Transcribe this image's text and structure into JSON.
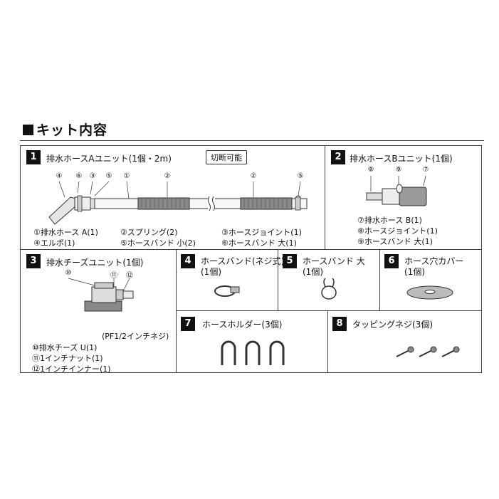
{
  "heading": "キット内容",
  "sections": {
    "s1": {
      "num": "1",
      "title": "排水ホースAユニット(1個・2m)",
      "badge": "切断可能",
      "markers": [
        "④",
        "⑥",
        "③",
        "⑤",
        "①",
        "②",
        "②",
        "⑤"
      ],
      "legend": [
        "①排水ホース A(1)",
        "②スプリング(2)",
        "③ホースジョイント(1)",
        "④エルボ(1)",
        "⑤ホースバンド 小(2)",
        "⑥ホースバンド 大(1)"
      ]
    },
    "s2": {
      "num": "2",
      "title": "排水ホースBユニット(1個)",
      "markers": [
        "⑧",
        "⑨",
        "⑦"
      ],
      "legend": [
        "⑦排水ホース B(1)",
        "⑧ホースジョイント(1)",
        "⑨ホースバンド 大(1)"
      ]
    },
    "s3": {
      "num": "3",
      "title": "排水チーズユニット(1個)",
      "markers": [
        "⑩",
        "⑪",
        "⑫"
      ],
      "note": "(PF1/2インチネジ)",
      "legend": [
        "⑩排水チーズ U(1)",
        "⑪1インチナット(1)",
        "⑫1インチインナー(1)"
      ]
    },
    "s4": {
      "num": "4",
      "title": "ホースバンド(ネジ式)",
      "qty": "(1個)"
    },
    "s5": {
      "num": "5",
      "title": "ホースバンド 大",
      "qty": "(1個)"
    },
    "s6": {
      "num": "6",
      "title": "ホース穴カバー",
      "qty": "(1個)"
    },
    "s7": {
      "num": "7",
      "title": "ホースホルダー(3個)"
    },
    "s8": {
      "num": "8",
      "title": "タッピングネジ(3個)"
    }
  }
}
